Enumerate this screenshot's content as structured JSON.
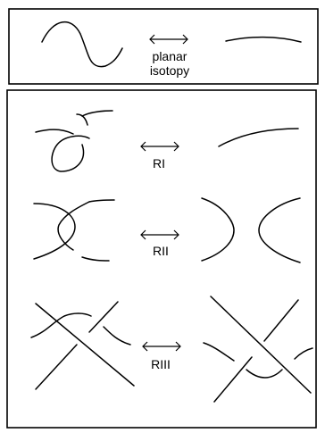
{
  "top_panel": {
    "label_line1": "planar",
    "label_line2": "isotopy"
  },
  "moves": [
    {
      "label": "RI"
    },
    {
      "label": "RII"
    },
    {
      "label": "RIII"
    }
  ]
}
